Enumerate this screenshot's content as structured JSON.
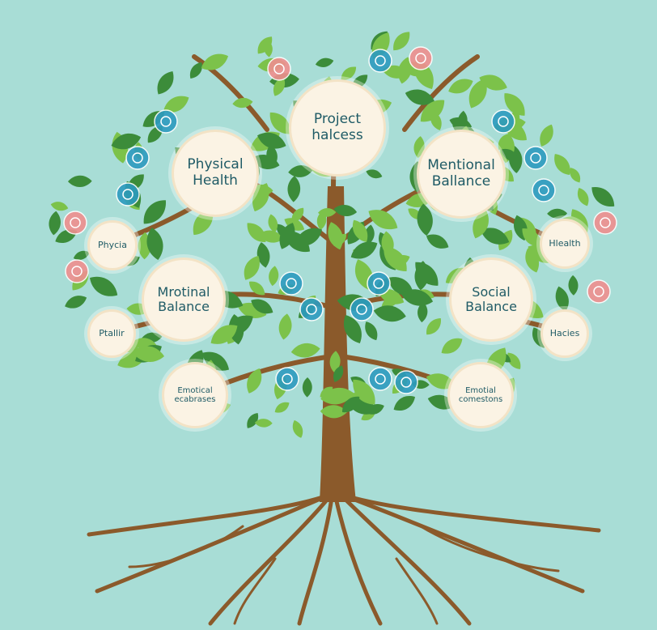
{
  "nodes": {
    "top": "Project halcess",
    "physical_health": "Physical Health",
    "mentional_balance": "Mentional Ballance",
    "phycia": "Phycia",
    "hlealth": "Hlealth",
    "mrotinal_balance": "Mrotinal Balance",
    "social_balance": "Social Balance",
    "ptallir": "Ptallir",
    "hacies": "Hacies",
    "emotical_ecabrass": "Emotical ecabrases",
    "emotial_comestons": "Emotial comestons"
  },
  "colors": {
    "background": "#a8ddd6",
    "trunk": "#8b5a2b",
    "leaf_dark": "#3c8c3a",
    "leaf_light": "#7cc24a",
    "icon_blue": "#2d9bbf",
    "icon_pink": "#ef8f8f",
    "node_fill": "#fbf3e4",
    "text": "#1f5b66"
  },
  "icons": [
    "heart-icon",
    "shield-icon",
    "leaf-icon",
    "house-icon",
    "person-icon",
    "globe-icon",
    "lightbulb-icon",
    "chat-icon"
  ]
}
